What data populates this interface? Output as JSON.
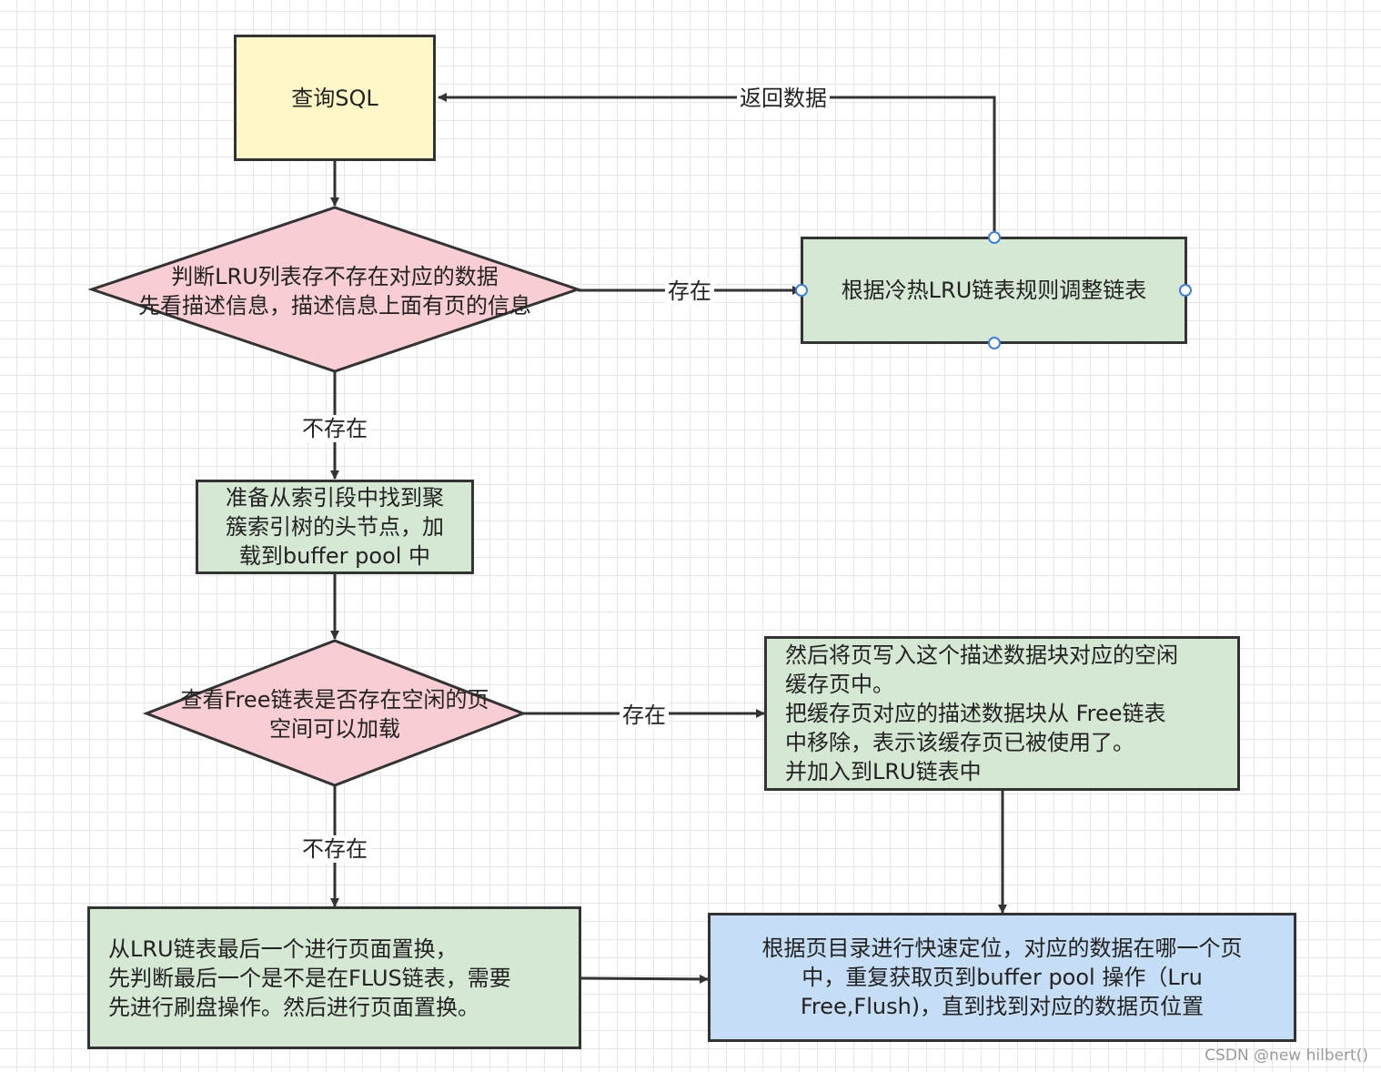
{
  "nodes": {
    "query_sql": "查询SQL",
    "check_lru": "判断LRU列表存不存在对应的数据\n先看描述信息，描述信息上面有页的信息",
    "adjust_lru": "根据冷热LRU链表规则调整链表",
    "prepare_load": "准备从索引段中找到聚\n簇索引树的头节点，加\n载到buffer pool 中",
    "check_free": "查看Free链表是否存在空闲的页\n空间可以加载",
    "write_page": "然后将页写入这个描述数据块对应的空闲\n缓存页中。\n把缓存页对应的描述数据块从 Free链表\n中移除，表示该缓存页已被使用了。\n并加入到LRU链表中",
    "lru_replace": "从LRU链表最后一个进行页面置换，\n先判断最后一个是不是在FLUS链表，需要\n先进行刷盘操作。然后进行页面置换。",
    "locate_page": "根据页目录进行快速定位，对应的数据在哪一个页\n中，重复获取页到buffer pool 操作（Lru\nFree,Flush)，直到找到对应的数据页位置"
  },
  "edge_labels": {
    "return_data": "返回数据",
    "exists_1": "存在",
    "not_exists_1": "不存在",
    "exists_2": "存在",
    "not_exists_2": "不存在"
  },
  "watermark": "CSDN @new hilbert()",
  "colors": {
    "stroke": "#333333",
    "start_fill": "#fff7c7",
    "process_fill": "#d5e8d4",
    "decision_fill": "#f8cdd3",
    "final_fill": "#c5ddf5",
    "handle_stroke": "#3d7ee0"
  }
}
